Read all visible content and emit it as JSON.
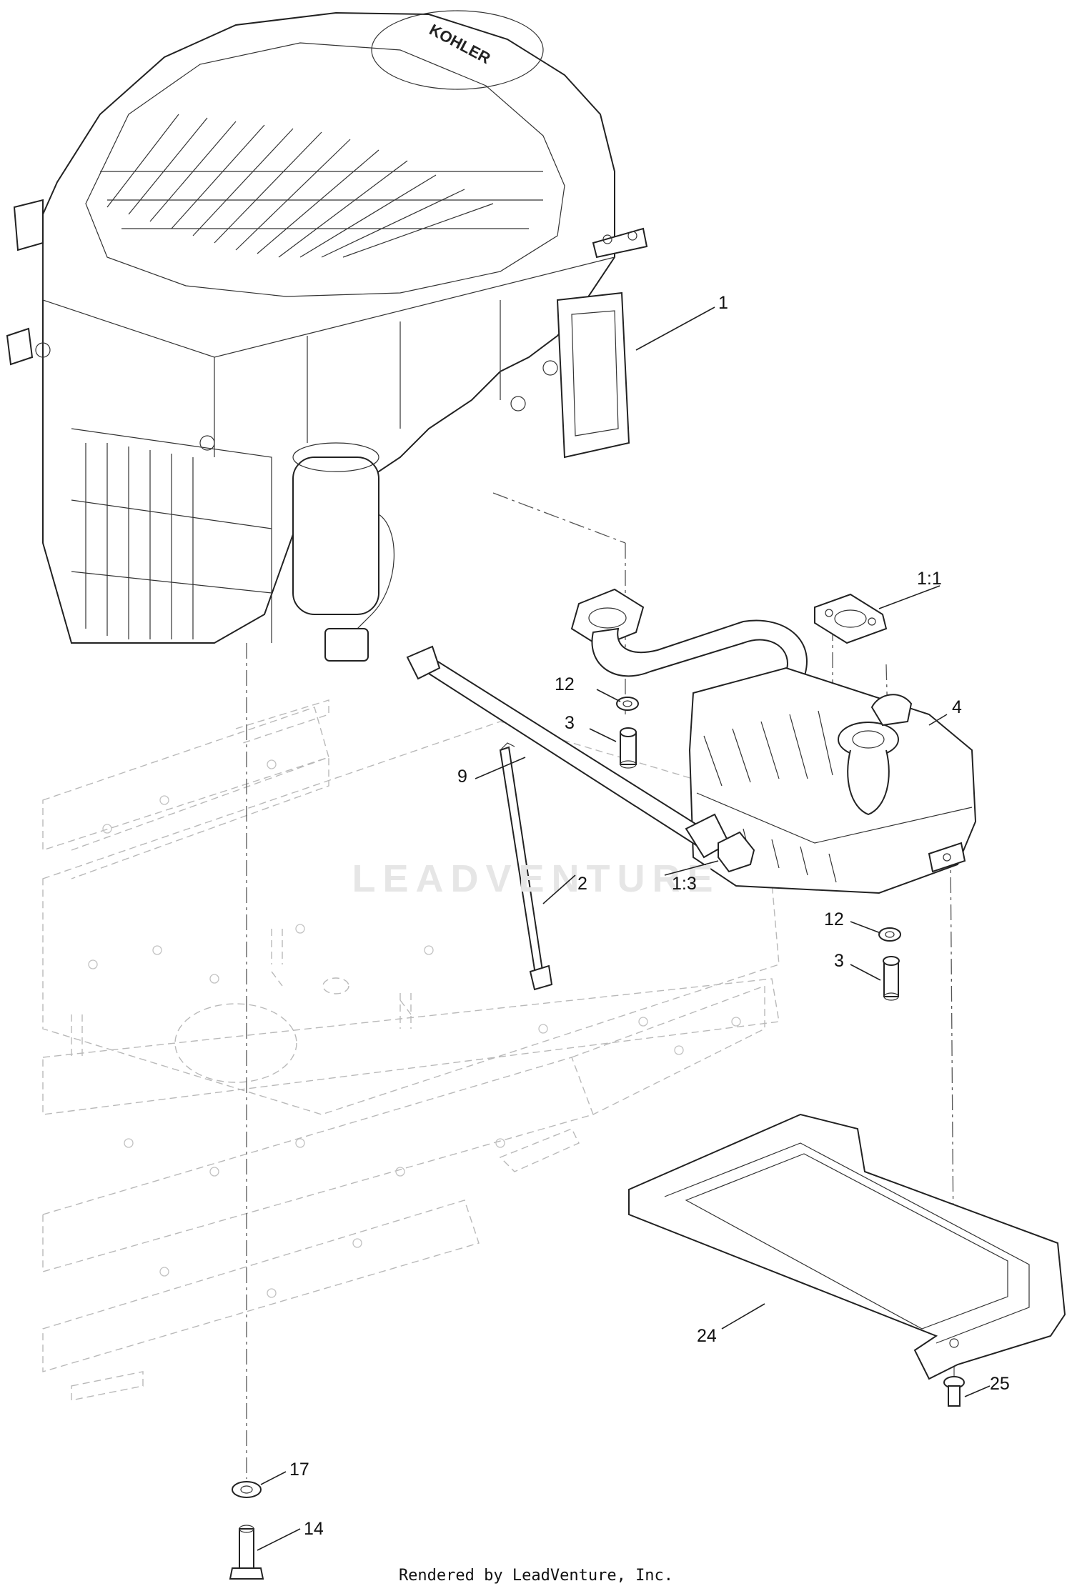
{
  "callouts": [
    {
      "id": "c1",
      "text": "1"
    },
    {
      "id": "c1-1",
      "text": "1:1"
    },
    {
      "id": "c4",
      "text": "4"
    },
    {
      "id": "c12a",
      "text": "12"
    },
    {
      "id": "c3a",
      "text": "3"
    },
    {
      "id": "c9",
      "text": "9"
    },
    {
      "id": "c1-3",
      "text": "1:3"
    },
    {
      "id": "c2",
      "text": "2"
    },
    {
      "id": "c12b",
      "text": "12"
    },
    {
      "id": "c3b",
      "text": "3"
    },
    {
      "id": "c24",
      "text": "24"
    },
    {
      "id": "c25",
      "text": "25"
    },
    {
      "id": "c17",
      "text": "17"
    },
    {
      "id": "c14",
      "text": "14"
    }
  ],
  "footer": "Rendered by LeadVenture, Inc.",
  "watermark": "LEADVENTURE",
  "engine_brand": "KOHLER"
}
